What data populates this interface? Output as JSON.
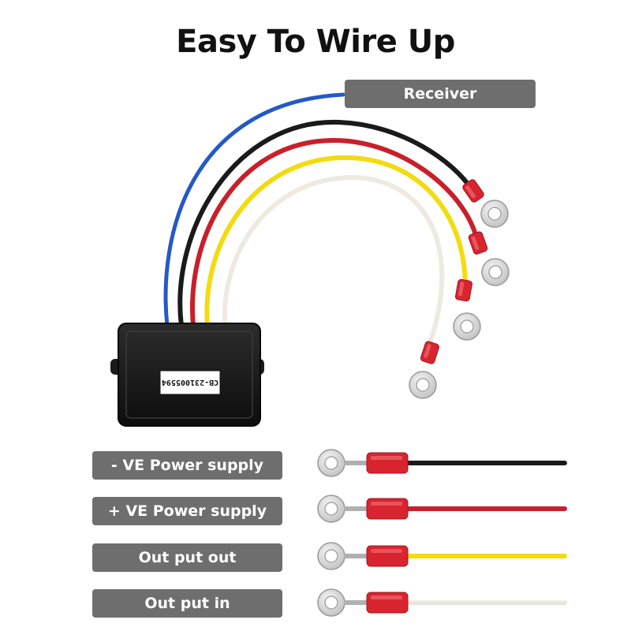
{
  "title": "Easy To Wire Up",
  "receiver_label": "Receiver",
  "module_sticker": "CB-231005594",
  "legend": [
    {
      "label": "- VE Power supply",
      "wire_color": "#1a1a1a"
    },
    {
      "label": "+ VE Power supply",
      "wire_color": "#c8202a"
    },
    {
      "label": "Out put out",
      "wire_color": "#f2dc10"
    },
    {
      "label": "Out put in",
      "wire_color": "#eeeae0"
    }
  ],
  "colors": {
    "blue_wire": "#2459c7",
    "black_wire": "#1a1a1a",
    "red_wire": "#c8202a",
    "yellow_wire": "#f2dc10",
    "white_wire": "#eeeae0",
    "terminal_red": "#d8242f",
    "label_bg": "#6e6e6e"
  }
}
